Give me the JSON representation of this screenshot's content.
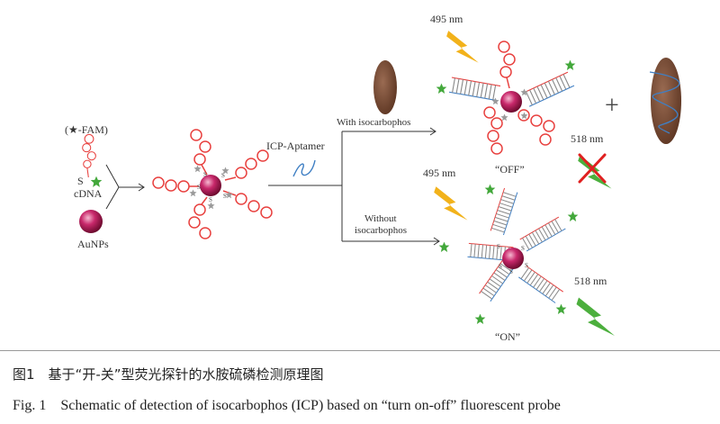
{
  "diagram": {
    "legend_fam": "(★-FAM)",
    "label_s": "S",
    "label_cdna": "cDNA",
    "label_aunps": "AuNPs",
    "label_aptamer": "ICP-Aptamer",
    "label_with": "With isocarbophos",
    "label_without_1": "Without",
    "label_without_2": "isocarbophos",
    "label_495_top": "495 nm",
    "label_495_bottom": "495 nm",
    "label_518_top": "518 nm",
    "label_518_bottom": "518 nm",
    "label_off": "“OFF”",
    "label_on": "“ON”",
    "label_plus": "+"
  },
  "caption": {
    "cn": "图1　基于“开-关”型荧光探针的水胺硫磷检测原理图",
    "en": "Fig. 1　Schematic of detection of isocarbophos (ICP) based on “turn on-off” fluorescent probe"
  },
  "colors": {
    "dna_red": "#e8413f",
    "particle": "#b0174f",
    "fam_green": "#43a83b",
    "quencher_gray": "#999999",
    "bolt_yellow": "#f2b21b",
    "bolt_green": "#4caf3d",
    "cross_red": "#e02020",
    "ellipse_brown": "#7a4a32",
    "aptamer_blue": "#3f7fc4"
  },
  "icons": [
    "star-icon",
    "lightning-icon",
    "particle-icon",
    "cross-icon"
  ]
}
